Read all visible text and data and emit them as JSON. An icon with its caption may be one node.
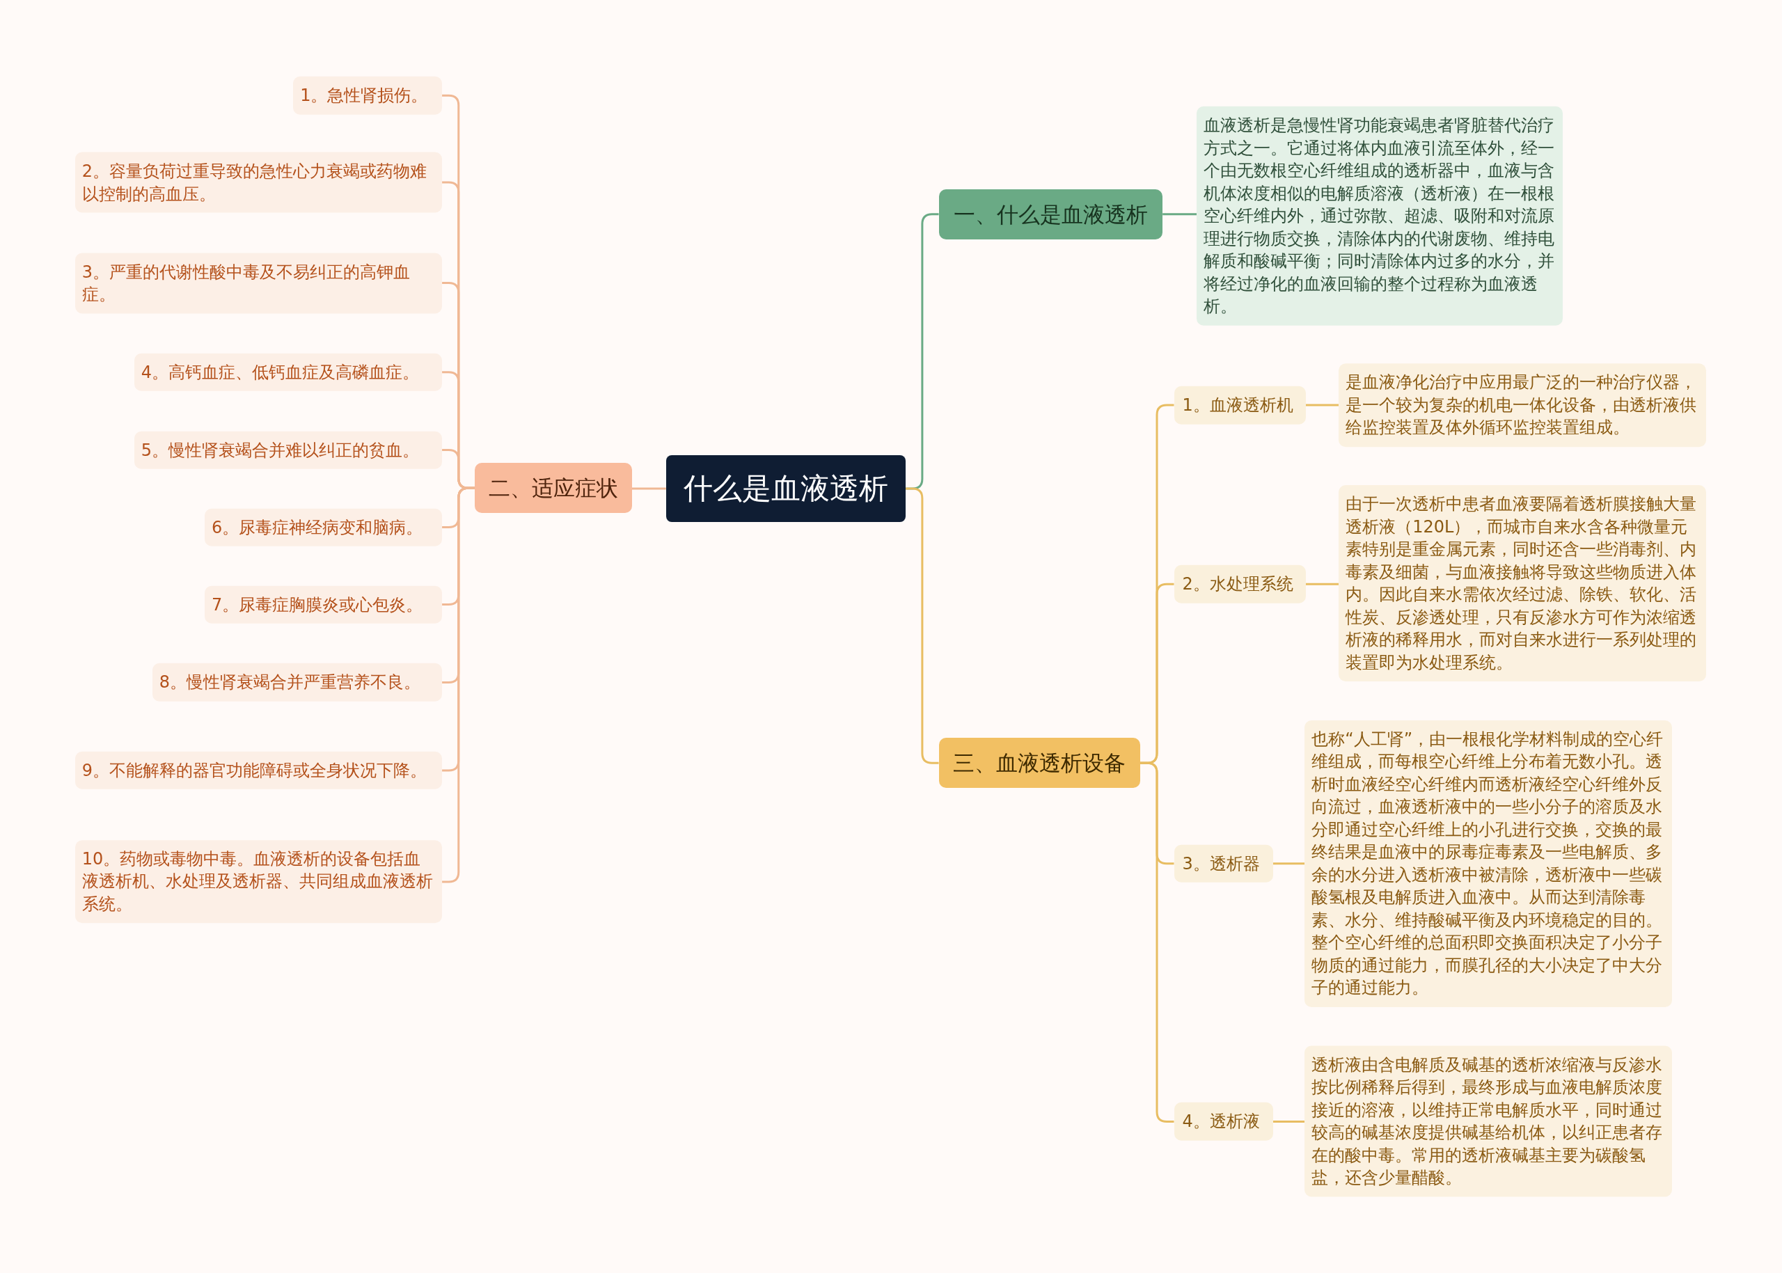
{
  "diagram": {
    "nodes": [
      {
        "text": [
          "什么是血液透析"
        ]
      },
      {
        "text": [
          "一、什么是血液透析"
        ]
      },
      {
        "text": [
          "血液透析是急慢性肾功能衰竭患者肾脏替代治疗方式之一。它通过将体内血液引流至体外，经一个由无数根空心纤维组成的透析器中，血液与含机体浓度相似的电解质溶液（透析液）在一根根空心纤维内外，通过弥散、超滤、吸附和对流原理进行物质交换，清除体内的代谢废物、维持电解质和酸碱平衡；同时清除体内过多的水分，并将经过净化的血液回输的整个过程称为血液透析。"
        ]
      },
      {
        "text": [
          "二、适应症状"
        ]
      },
      {
        "text": [
          "1。急性肾损伤。"
        ]
      },
      {
        "text": [
          "2。容量负荷过重导致的急性心力衰竭或药物难以控制的高血压。"
        ]
      },
      {
        "text": [
          "3。严重的代谢性酸中毒及不易纠正的高钾血症。"
        ]
      },
      {
        "text": [
          "4。高钙血症、低钙血症及高磷血症。"
        ]
      },
      {
        "text": [
          "5。慢性肾衰竭合并难以纠正的贫血。"
        ]
      },
      {
        "text": [
          "6。尿毒症神经病变和脑病。"
        ]
      },
      {
        "text": [
          "7。尿毒症胸膜炎或心包炎。"
        ]
      },
      {
        "text": [
          "8。慢性肾衰竭合并严重营养不良。"
        ]
      },
      {
        "text": [
          "9。不能解释的器官功能障碍或全身状况下降。"
        ]
      },
      {
        "text": [
          "10。药物或毒物中毒。血液透析的设备包括血液透析机、水处理及透析器、共同组成血液透析系统。"
        ]
      },
      {
        "text": [
          "三、血液透析设备"
        ]
      },
      {
        "text": [
          "1。血液透析机"
        ]
      },
      {
        "text": [
          "是血液净化治疗中应用最广泛的一种治疗仪器，是一个较为复杂的机电一体化设备，由透析液供给监控装置及体外循环监控装置组成。"
        ]
      },
      {
        "text": [
          "2。水处理系统"
        ]
      },
      {
        "text": [
          "由于一次透析中患者血液要隔着透析膜接触大量透析液（120L），而城市自来水含各种微量元素特别是重金属元素，同时还含一些消毒剂、内毒素及细菌，与血液接触将导致这些物质进入体内。因此自来水需依次经过滤、除铁、软化、活性炭、反渗透处理，只有反渗水方可作为浓缩透析液的稀释用水，而对自来水进行一系列处理的装置即为水处理系统。"
        ]
      },
      {
        "text": [
          "3。透析器"
        ]
      },
      {
        "text": [
          "也称“人工肾”，由一根根化学材料制成的空心纤维组成，而每根空心纤维上分布着无数小孔。透析时血液经空心纤维内而透析液经空心纤维外反向流过，血液透析液中的一些小分子的溶质及水分即通过空心纤维上的小孔进行交换，交换的最终结果是血液中的尿毒症毒素及一些电解质、多余的水分进入透析液中被清除，透析液中一些碳酸氢根及电解质进入血液中。从而达到清除毒素、水分、维持酸碱平衡及内环境稳定的目的。整个空心纤维的总面积即交换面积决定了小分子物质的通过能力，而膜孔径的大小决定了中大分子的通过能力。"
        ]
      },
      {
        "text": [
          "4。透析液"
        ]
      },
      {
        "text": [
          "透析液由含电解质及碱基的透析浓缩液与反渗水按比例稀释后得到，最终形成与血液电解质浓度接近的溶液，以维持正常电解质水平，同时通过较高的碱基浓度提供碱基给机体，以纠正患者存在的酸中毒。常用的透析液碱基主要为碳酸氢盐，还含少量醋酸。"
        ]
      }
    ],
    "edges": [
      {
        "from": 0,
        "to": 1,
        "arrow": "none",
        "color": "#6aaa85"
      },
      {
        "from": 1,
        "to": 2,
        "arrow": "none",
        "color": "#6aaa85"
      },
      {
        "from": 0,
        "to": 3,
        "arrow": "none"
      },
      {
        "from": 3,
        "to": 4,
        "arrow": "none"
      },
      {
        "from": 3,
        "to": 5,
        "arrow": "none"
      },
      {
        "from": 3,
        "to": 6,
        "arrow": "none"
      },
      {
        "from": 3,
        "to": 7,
        "arrow": "none"
      },
      {
        "from": 3,
        "to": 8,
        "arrow": "none"
      },
      {
        "from": 3,
        "to": 9,
        "arrow": "none"
      },
      {
        "from": 3,
        "to": 10,
        "arrow": "none"
      },
      {
        "from": 3,
        "to": 11,
        "arrow": "none"
      },
      {
        "from": 3,
        "to": 12,
        "arrow": "none"
      },
      {
        "from": 3,
        "to": 13,
        "arrow": "none"
      },
      {
        "from": 0,
        "to": 14,
        "arrow": "none",
        "color": "#e8bd62"
      },
      {
        "from": 14,
        "to": 15,
        "arrow": "none",
        "color": "#e8bd62"
      },
      {
        "from": 15,
        "to": 16,
        "arrow": "none",
        "color": "#e8bd62"
      },
      {
        "from": 14,
        "to": 17,
        "arrow": "none",
        "color": "#e8bd62"
      },
      {
        "from": 17,
        "to": 18,
        "arrow": "none",
        "color": "#e8bd62"
      },
      {
        "from": 14,
        "to": 19,
        "arrow": "none",
        "color": "#e8bd62"
      },
      {
        "from": 19,
        "to": 20,
        "arrow": "none",
        "color": "#e8bd62"
      },
      {
        "from": 14,
        "to": 21,
        "arrow": "none",
        "color": "#e8bd62"
      },
      {
        "from": 21,
        "to": 22,
        "arrow": "none",
        "color": "#e8bd62"
      }
    ]
  }
}
